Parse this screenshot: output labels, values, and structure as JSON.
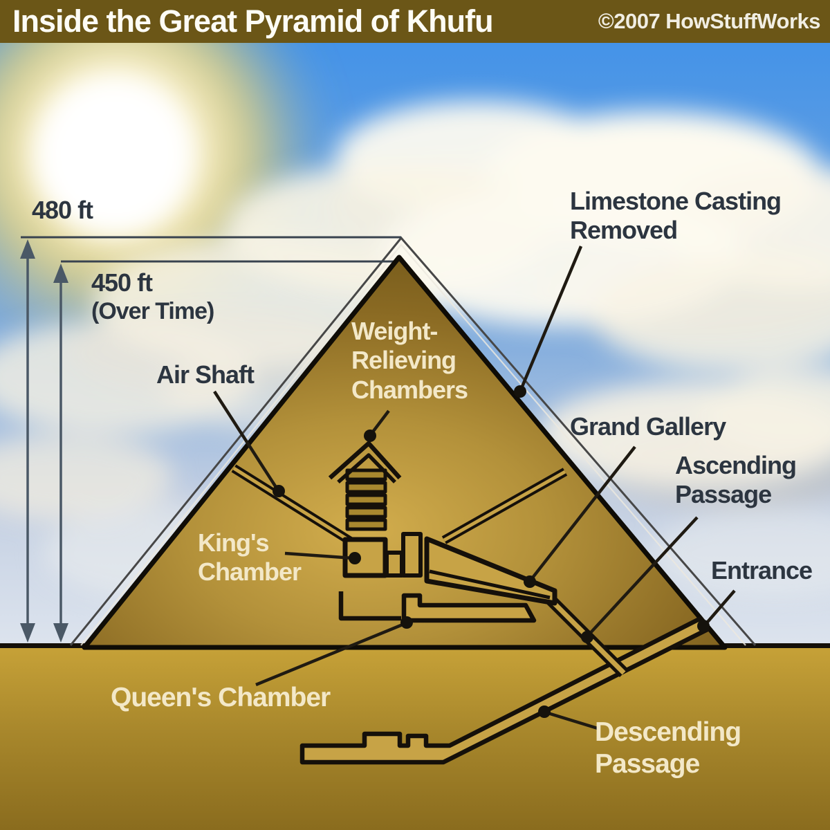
{
  "header": {
    "title": "Inside the Great Pyramid of Khufu",
    "copyright": "©2007 HowStuffWorks"
  },
  "measurements": {
    "original_height": "480 ft",
    "current_height": "450 ft",
    "current_height_note": "(Over Time)"
  },
  "labels": {
    "limestone_casting": "Limestone Casting\nRemoved",
    "air_shaft": "Air Shaft",
    "weight_relieving_chambers": "Weight-\nRelieving\nChambers",
    "grand_gallery": "Grand Gallery",
    "ascending_passage": "Ascending\nPassage",
    "entrance": "Entrance",
    "kings_chamber": "King's\nChamber",
    "queens_chamber": "Queen's Chamber",
    "descending_passage": "Descending\nPassage"
  },
  "colors": {
    "title_bar": "#6b5617",
    "sky_top": "#4493e8",
    "sky_horizon": "#dde4ee",
    "sun_yellow": "#eccf5f",
    "pyramid_light": "#d2ad4d",
    "pyramid_dark": "#6e5518",
    "ground_light": "#c7a238",
    "ground_dark": "#8a6c1e",
    "outline_black": "#15100a",
    "label_dark": "#2c3540",
    "label_cream": "#f3e8c8",
    "measure_arrow": "#4a5866"
  }
}
